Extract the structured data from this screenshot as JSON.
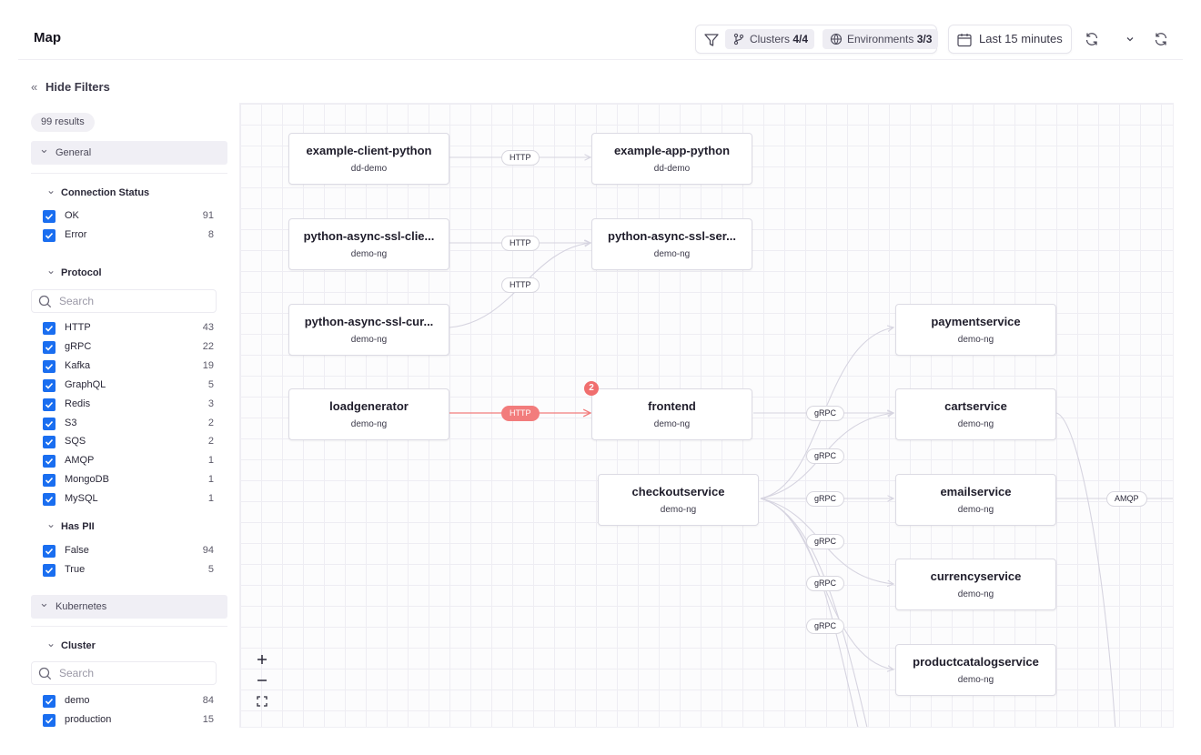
{
  "header": {
    "title": "Map",
    "clusters_label": "Clusters",
    "clusters_value": "4/4",
    "environments_label": "Environments",
    "environments_value": "3/3",
    "time_range": "Last 15 minutes"
  },
  "sidebar": {
    "hide_filters": "Hide Filters",
    "results": "99 results",
    "general": "General",
    "connection_status": {
      "title": "Connection Status",
      "items": [
        {
          "label": "OK",
          "count": "91"
        },
        {
          "label": "Error",
          "count": "8"
        }
      ]
    },
    "protocol": {
      "title": "Protocol",
      "search_placeholder": "Search",
      "items": [
        {
          "label": "HTTP",
          "count": "43"
        },
        {
          "label": "gRPC",
          "count": "22"
        },
        {
          "label": "Kafka",
          "count": "19"
        },
        {
          "label": "GraphQL",
          "count": "5"
        },
        {
          "label": "Redis",
          "count": "3"
        },
        {
          "label": "S3",
          "count": "2"
        },
        {
          "label": "SQS",
          "count": "2"
        },
        {
          "label": "AMQP",
          "count": "1"
        },
        {
          "label": "MongoDB",
          "count": "1"
        },
        {
          "label": "MySQL",
          "count": "1"
        }
      ]
    },
    "has_pii": {
      "title": "Has PII",
      "items": [
        {
          "label": "False",
          "count": "94"
        },
        {
          "label": "True",
          "count": "5"
        }
      ]
    },
    "kubernetes": "Kubernetes",
    "cluster": {
      "title": "Cluster",
      "search_placeholder": "Search",
      "items": [
        {
          "label": "demo",
          "count": "84"
        },
        {
          "label": "production",
          "count": "15"
        }
      ]
    }
  },
  "map": {
    "nodes": [
      {
        "name": "example-client-python",
        "env": "dd-demo"
      },
      {
        "name": "example-app-python",
        "env": "dd-demo"
      },
      {
        "name": "python-async-ssl-clie...",
        "env": "demo-ng"
      },
      {
        "name": "python-async-ssl-ser...",
        "env": "demo-ng"
      },
      {
        "name": "python-async-ssl-cur...",
        "env": "demo-ng"
      },
      {
        "name": "paymentservice",
        "env": "demo-ng"
      },
      {
        "name": "loadgenerator",
        "env": "demo-ng"
      },
      {
        "name": "frontend",
        "env": "demo-ng",
        "badge": "2"
      },
      {
        "name": "cartservice",
        "env": "demo-ng"
      },
      {
        "name": "checkoutservice",
        "env": "demo-ng"
      },
      {
        "name": "emailservice",
        "env": "demo-ng"
      },
      {
        "name": "currencyservice",
        "env": "demo-ng"
      },
      {
        "name": "productcatalogservice",
        "env": "demo-ng"
      }
    ],
    "edges": [
      {
        "label": "HTTP",
        "status": "ok"
      },
      {
        "label": "HTTP",
        "status": "ok"
      },
      {
        "label": "HTTP",
        "status": "ok"
      },
      {
        "label": "HTTP",
        "status": "error"
      },
      {
        "label": "gRPC",
        "status": "ok"
      },
      {
        "label": "gRPC",
        "status": "ok"
      },
      {
        "label": "gRPC",
        "status": "ok"
      },
      {
        "label": "gRPC",
        "status": "ok"
      },
      {
        "label": "gRPC",
        "status": "ok"
      },
      {
        "label": "gRPC",
        "status": "ok"
      },
      {
        "label": "AMQP",
        "status": "ok"
      }
    ]
  },
  "colors": {
    "accent": "#1a6ef0",
    "error": "#f27c7c",
    "edge": "#d6d4e0"
  }
}
